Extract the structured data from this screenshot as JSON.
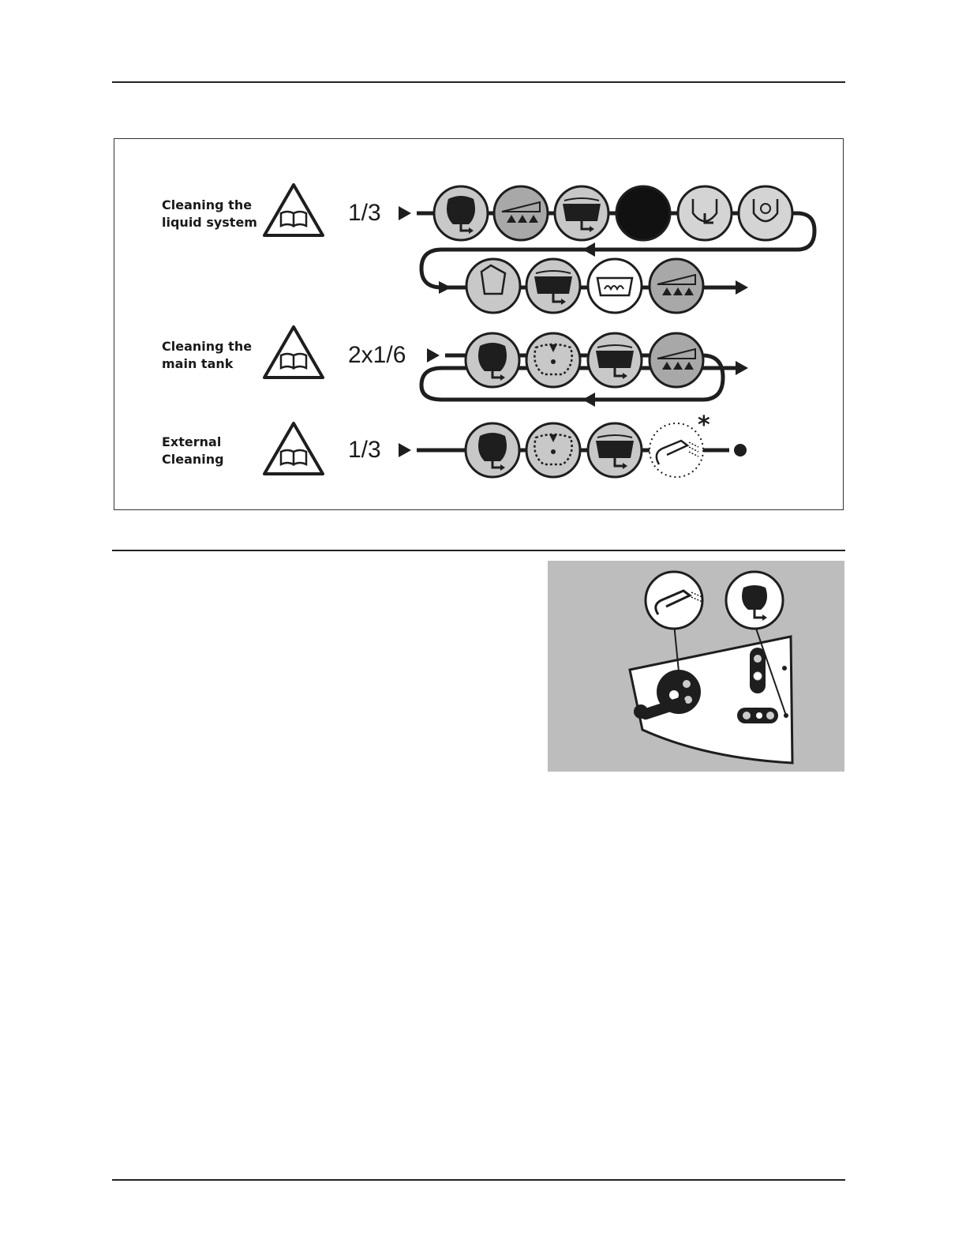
{
  "procedures": [
    {
      "label_line1": "Cleaning the",
      "label_line2": "liquid system",
      "ratio": "1/3"
    },
    {
      "label_line1": "Cleaning the",
      "label_line2": "main tank",
      "ratio": "2x1/6"
    },
    {
      "label_line1": "External",
      "label_line2": "Cleaning",
      "ratio": "1/3"
    }
  ],
  "icons": {
    "warning": "manual-warning-icon",
    "note_marker": "*"
  },
  "colors": {
    "icon_fill": "#c8c8c8",
    "icon_dark_fill": "#a8a8a8",
    "line": "#1e1e1e",
    "photo_bg": "#bdbdbd"
  }
}
